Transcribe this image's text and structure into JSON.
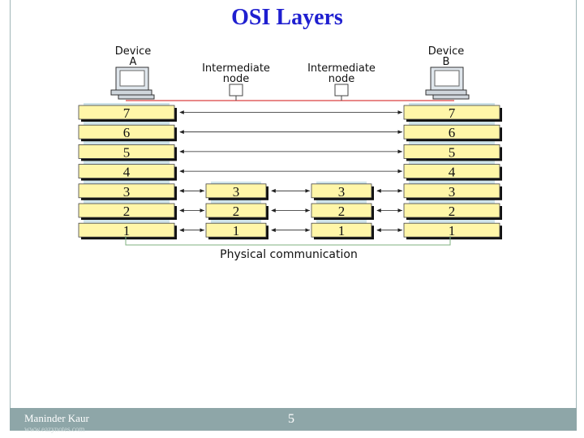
{
  "slide": {
    "title": "OSI Layers",
    "author": "Maninder Kaur",
    "author_sub": "www.eazynotes.com",
    "page_number": "5"
  },
  "diagram": {
    "device_a": [
      "Device",
      "A"
    ],
    "device_b": [
      "Device",
      "B"
    ],
    "node_1": [
      "Intermediate",
      "node"
    ],
    "node_2": [
      "Intermediate",
      "node"
    ],
    "layer_numbers": [
      "7",
      "6",
      "5",
      "4",
      "3",
      "2",
      "1"
    ],
    "node_layers": [
      "3",
      "2",
      "1"
    ],
    "bottom_label": "Physical communication",
    "colors": {
      "layer_fill": "#fff6a8",
      "band": "#cfe4ea",
      "link": "#e06060",
      "border": "#1a1a1a"
    }
  }
}
